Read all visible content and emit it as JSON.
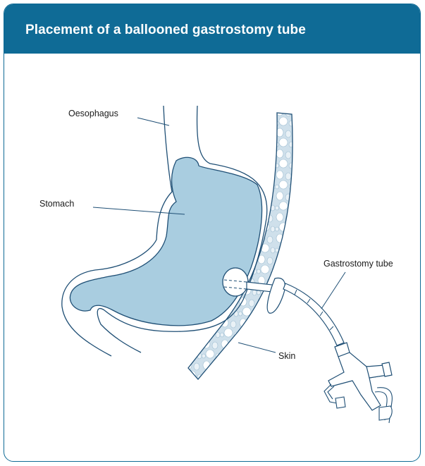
{
  "header": {
    "title": "Placement of a ballooned gastrostomy tube"
  },
  "labels": {
    "oesophagus": "Oesophagus",
    "stomach": "Stomach",
    "gastrostomy_tube": "Gastrostomy tube",
    "skin": "Skin"
  },
  "colors": {
    "header_bg": "#0f6b96",
    "header_text": "#ffffff",
    "stomach_fill": "#a9cde0",
    "outline": "#1f4f75",
    "skin_fill": "#c9dde9"
  }
}
